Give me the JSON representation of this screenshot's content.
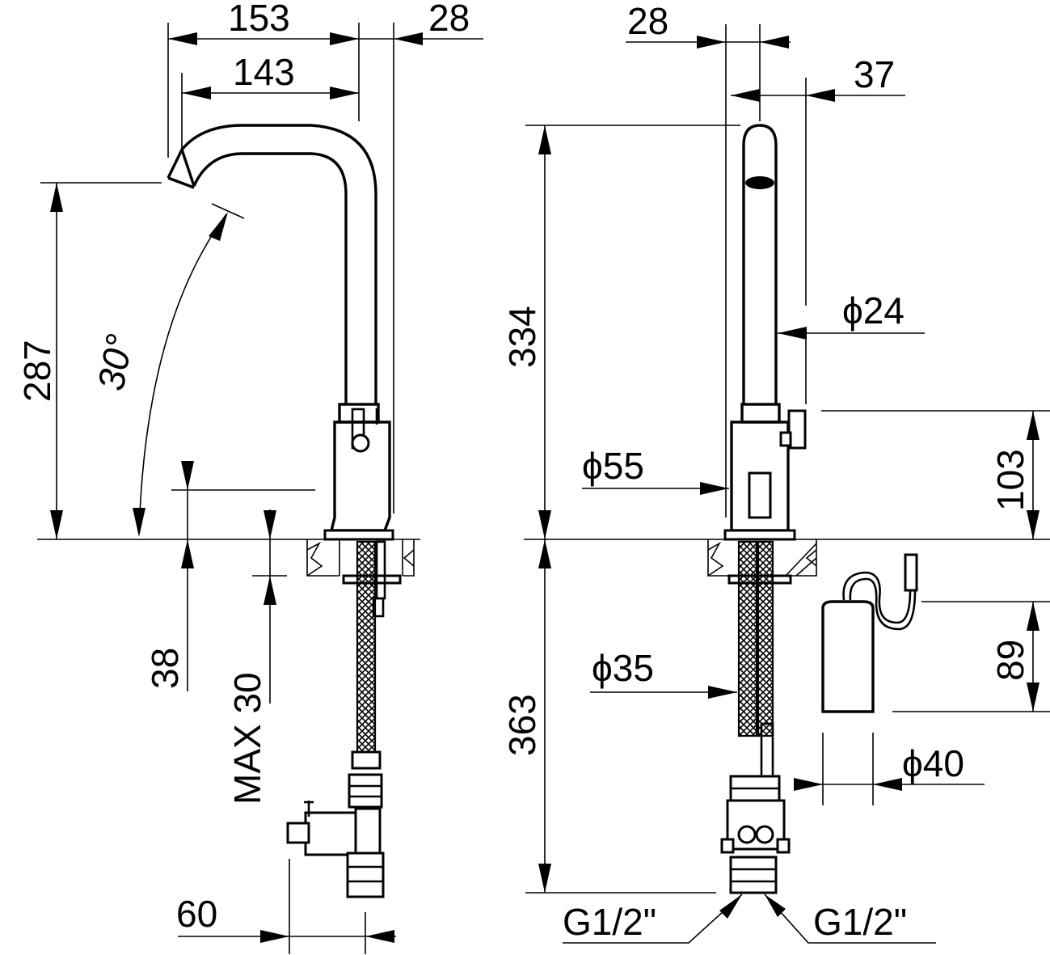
{
  "dimensions": {
    "left_view": {
      "reach_outer": "153",
      "reach_inner": "143",
      "body_offset": "28",
      "spout_height": "287",
      "angle": "30°",
      "shank_length": "38",
      "max_thickness": "MAX 30",
      "valve_offset": "60"
    },
    "right_view": {
      "spout_width": "28",
      "lever_offset": "37",
      "total_height": "334",
      "spout_diameter": "ϕ24",
      "body_diameter": "ϕ55",
      "lever_height": "103",
      "below_counter": "363",
      "hose_diameter": "ϕ35",
      "battery_height": "89",
      "battery_diameter": "ϕ40",
      "thread_left": "G1/2\"",
      "thread_right": "G1/2\""
    }
  }
}
